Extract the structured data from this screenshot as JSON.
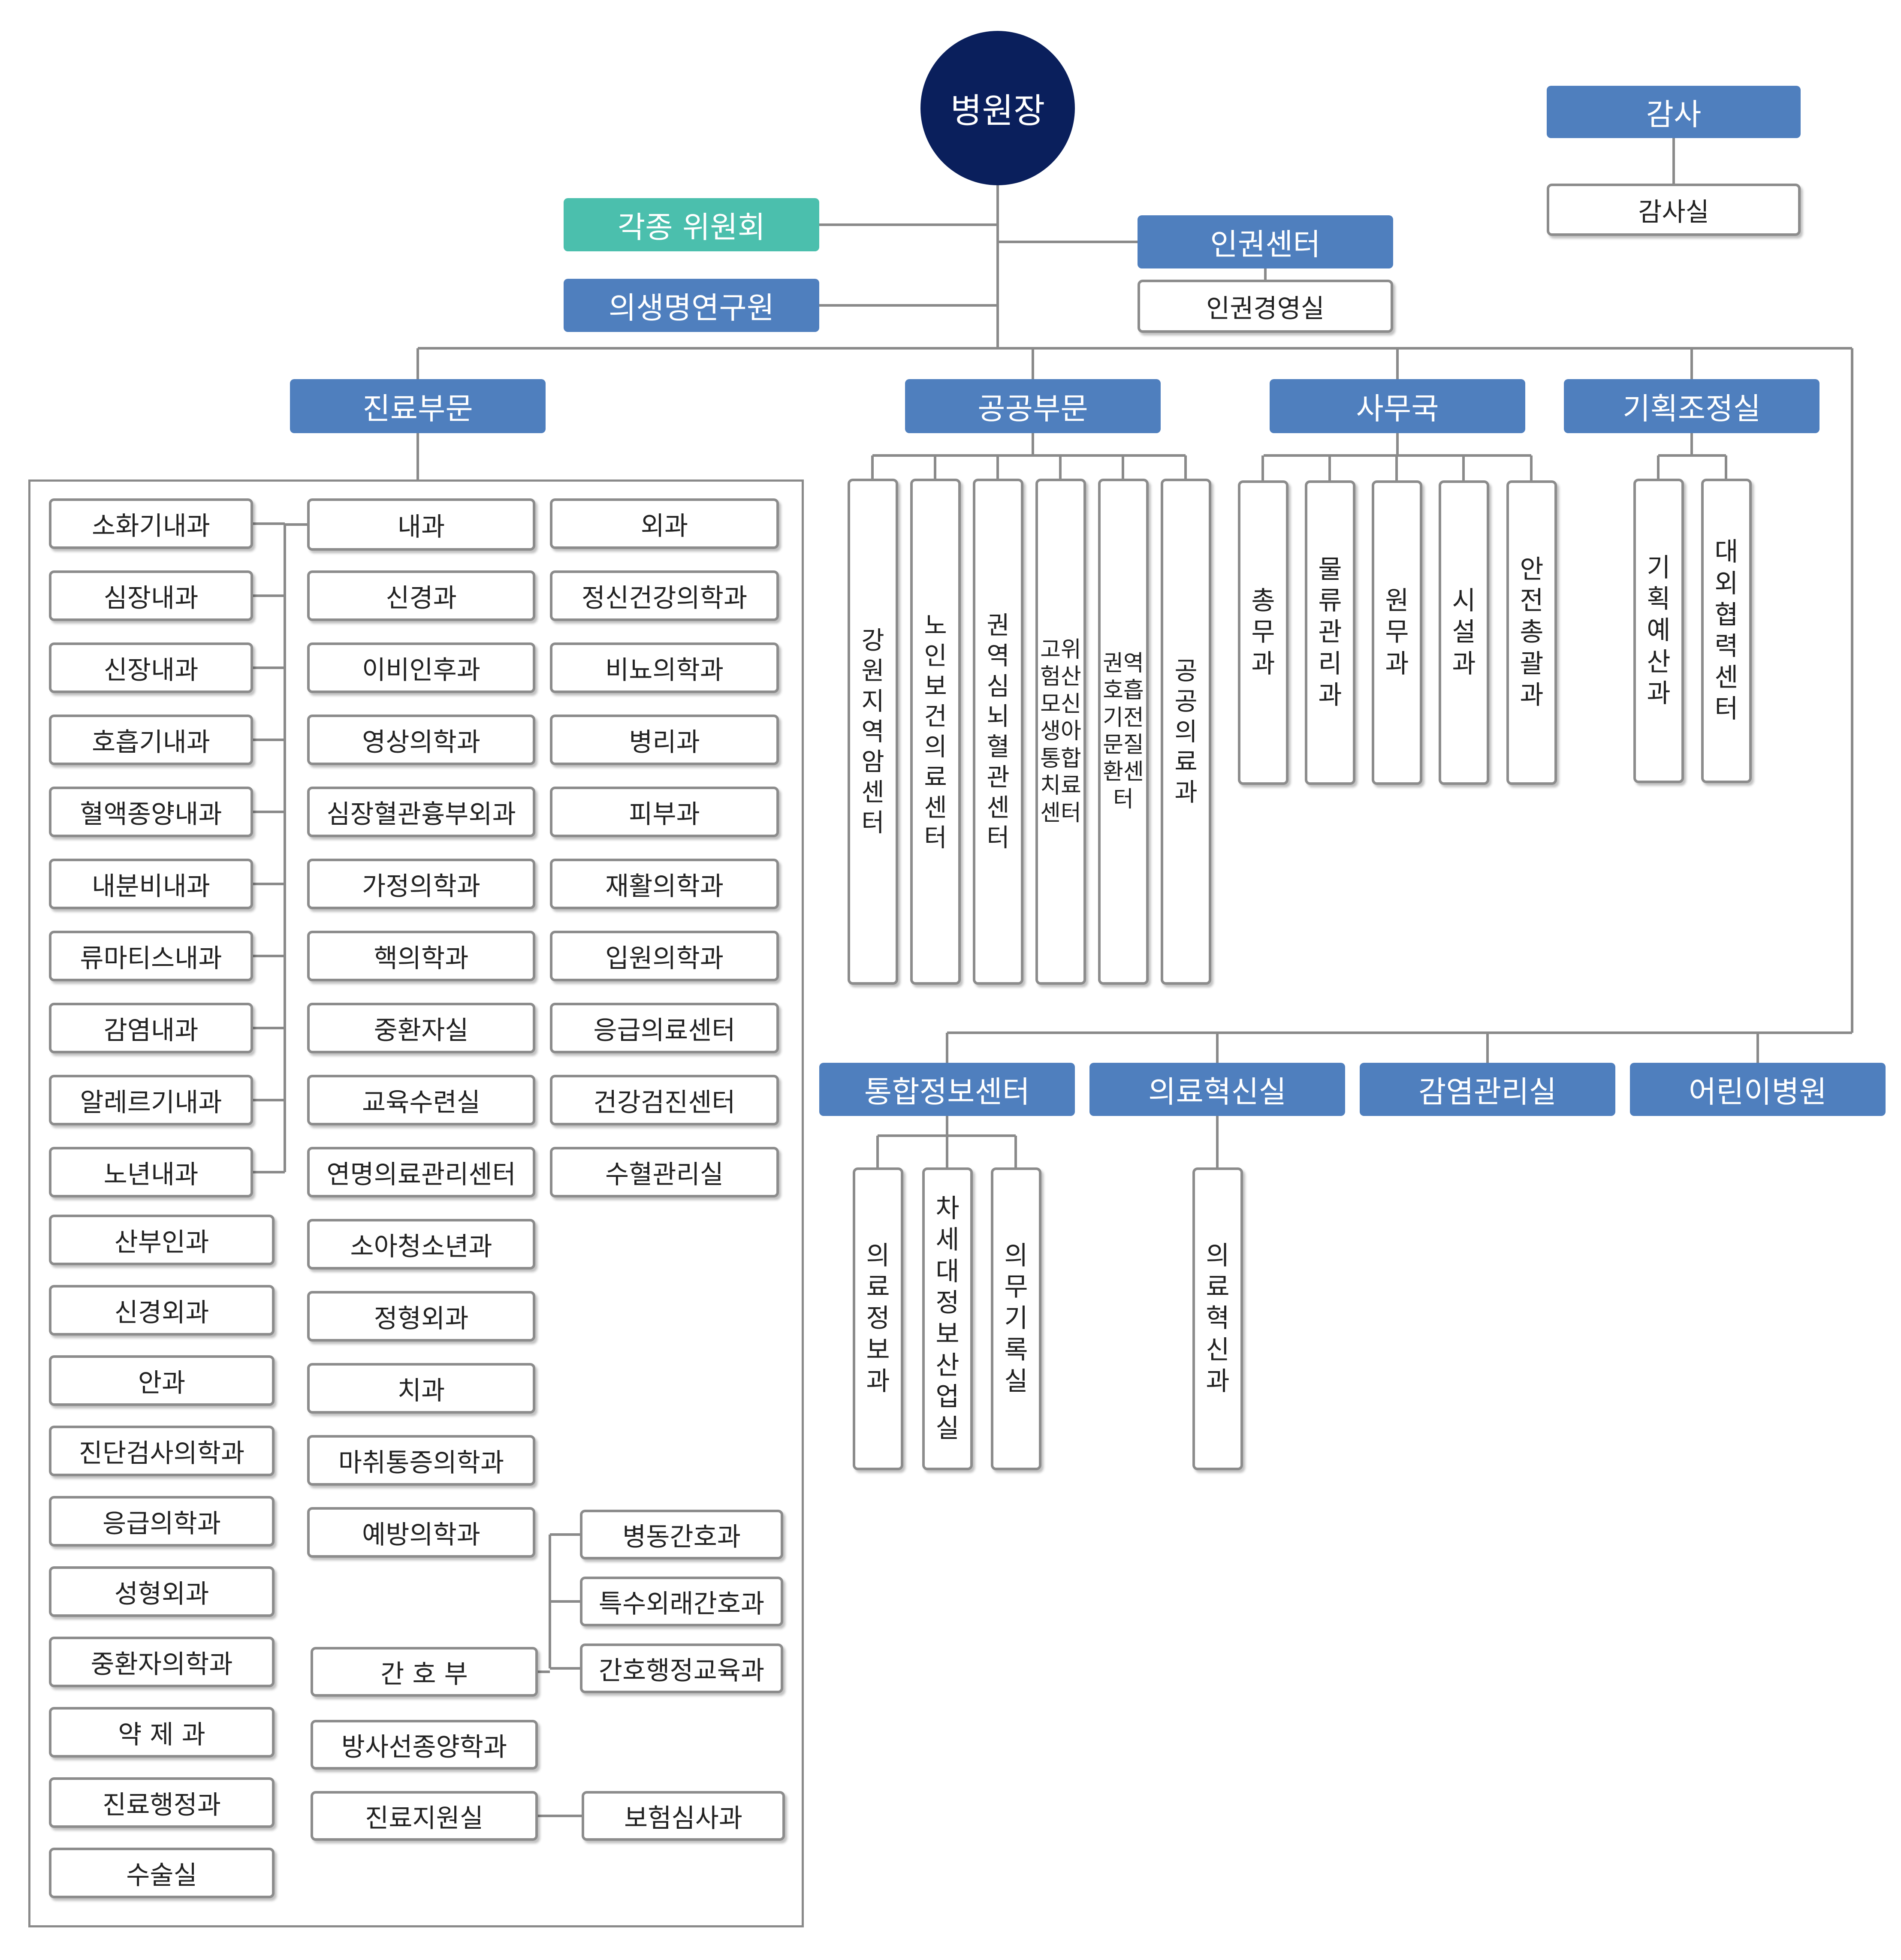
{
  "root": "병원장",
  "audit": {
    "head": "감사",
    "office": "감사실"
  },
  "committee": "각종 위원회",
  "research": "의생명연구원",
  "human_rights": {
    "head": "인권센터",
    "office": "인권경영실"
  },
  "clinical": {
    "head": "진료부문",
    "internal_medicine": "내과",
    "internal_subs": [
      "소화기내과",
      "심장내과",
      "신장내과",
      "호흡기내과",
      "혈액종양내과",
      "내분비내과",
      "류마티스내과",
      "감염내과",
      "알레르기내과",
      "노년내과"
    ],
    "col1_rest": [
      "산부인과",
      "신경외과",
      "안과",
      "진단검사의학과",
      "응급의학과",
      "성형외과",
      "중환자의학과",
      "약 제 과",
      "진료행정과",
      "수술실"
    ],
    "col2": [
      "신경과",
      "이비인후과",
      "영상의학과",
      "심장혈관흉부외과",
      "가정의학과",
      "핵의학과",
      "중환자실",
      "교육수련실",
      "연명의료관리센터",
      "소아청소년과",
      "정형외과",
      "치과",
      "마취통증의학과",
      "예방의학과"
    ],
    "nursing": {
      "head": "간 호 부",
      "subs": [
        "병동간호과",
        "특수외래간호과",
        "간호행정교육과"
      ]
    },
    "radiation": "방사선종양학과",
    "support": {
      "head": "진료지원실",
      "subs": [
        "보험심사과"
      ]
    },
    "col3": [
      "외과",
      "정신건강의학과",
      "비뇨의학과",
      "병리과",
      "피부과",
      "재활의학과",
      "입원의학과",
      "응급의료센터",
      "건강검진센터",
      "수혈관리실"
    ]
  },
  "public": {
    "head": "공공부문",
    "units": [
      "강원지역암센터",
      "노인보건의료센터",
      "권역심뇌혈관센터",
      "고위험산모신생아통합치료센터",
      "권역호흡기전문질환센터",
      "공공의료과"
    ]
  },
  "admin": {
    "head": "사무국",
    "units": [
      "총무과",
      "물류관리과",
      "원무과",
      "시설과",
      "안전총괄과"
    ]
  },
  "planning": {
    "head": "기획조정실",
    "units": [
      "기획예산과",
      "대외협력센터"
    ]
  },
  "info_center": {
    "head": "통합정보센터",
    "units": [
      "의료정보과",
      "차세대정보산업실",
      "의무기록실"
    ]
  },
  "innovation": {
    "head": "의료혁신실",
    "units": [
      "의료혁신과"
    ]
  },
  "infection": {
    "head": "감염관리실"
  },
  "children": {
    "head": "어린이병원"
  }
}
